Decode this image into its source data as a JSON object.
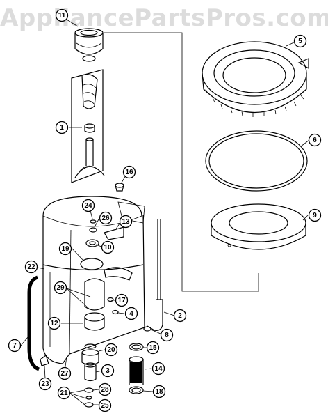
{
  "watermark": "AppliancePartsPros.com",
  "callouts": [
    "11",
    "5",
    "1",
    "16",
    "6",
    "24",
    "26",
    "13",
    "9",
    "10",
    "19",
    "22",
    "29",
    "17",
    "2",
    "4",
    "12",
    "8",
    "7",
    "20",
    "15",
    "14",
    "3",
    "27",
    "23",
    "21",
    "28",
    "18",
    "25"
  ]
}
